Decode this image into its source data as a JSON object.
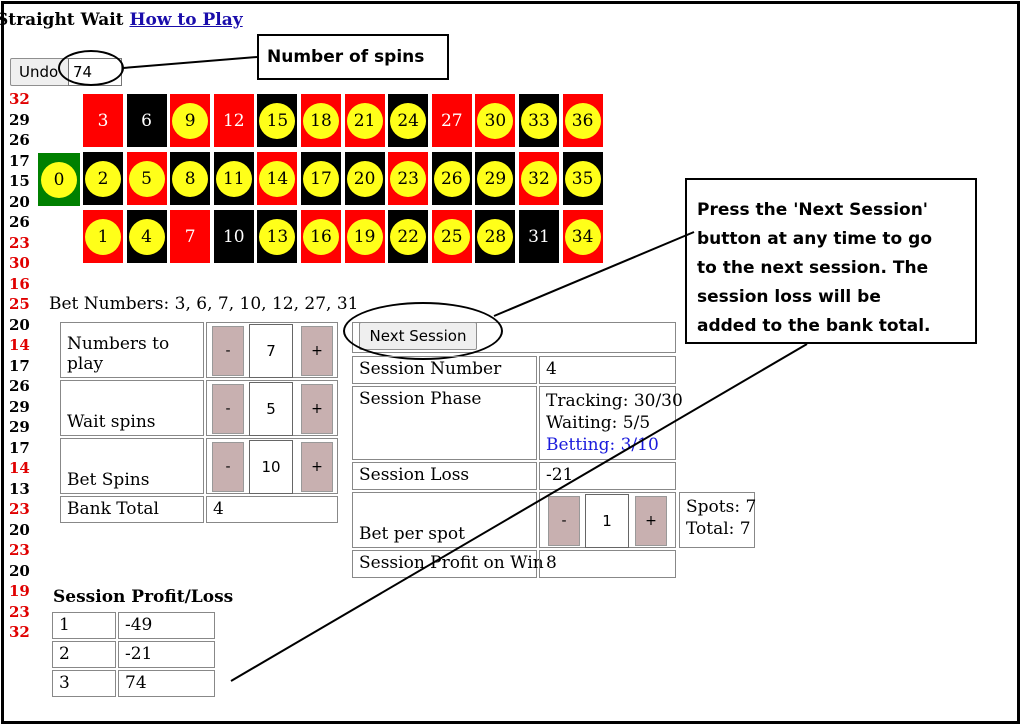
{
  "header": {
    "title_prefix": "Straight Wait",
    "how_to_play_label": "How to Play"
  },
  "controls": {
    "undo_label": "Undo",
    "spins_value": "74"
  },
  "callouts": {
    "spins_label": "Number of spins",
    "next_session_lines": [
      "Press the 'Next Session'",
      "button at any time to go",
      "to the next session. The",
      "session loss will be",
      "added to the bank total."
    ]
  },
  "history": {
    "items": [
      {
        "n": "32",
        "color": "#e00000"
      },
      {
        "n": "29",
        "color": "#000000"
      },
      {
        "n": "26",
        "color": "#000000"
      },
      {
        "n": "17",
        "color": "#000000"
      },
      {
        "n": "15",
        "color": "#000000"
      },
      {
        "n": "20",
        "color": "#000000"
      },
      {
        "n": "26",
        "color": "#000000"
      },
      {
        "n": "23",
        "color": "#e00000"
      },
      {
        "n": "30",
        "color": "#e00000"
      },
      {
        "n": "16",
        "color": "#e00000"
      },
      {
        "n": "25",
        "color": "#e00000"
      },
      {
        "n": "20",
        "color": "#000000"
      },
      {
        "n": "14",
        "color": "#e00000"
      },
      {
        "n": "17",
        "color": "#000000"
      },
      {
        "n": "26",
        "color": "#000000"
      },
      {
        "n": "29",
        "color": "#000000"
      },
      {
        "n": "29",
        "color": "#000000"
      },
      {
        "n": "17",
        "color": "#000000"
      },
      {
        "n": "14",
        "color": "#e00000"
      },
      {
        "n": "13",
        "color": "#000000"
      },
      {
        "n": "23",
        "color": "#e00000"
      },
      {
        "n": "20",
        "color": "#000000"
      },
      {
        "n": "23",
        "color": "#e00000"
      },
      {
        "n": "20",
        "color": "#000000"
      },
      {
        "n": "19",
        "color": "#e00000"
      },
      {
        "n": "23",
        "color": "#e00000"
      },
      {
        "n": "32",
        "color": "#e00000"
      }
    ]
  },
  "wheel": {
    "zero": "0",
    "rows": [
      [
        {
          "n": "3",
          "bg": "#ff0000",
          "circle": false
        },
        {
          "n": "6",
          "bg": "#000000",
          "circle": false
        },
        {
          "n": "9",
          "bg": "#ff0000",
          "circle": true
        },
        {
          "n": "12",
          "bg": "#ff0000",
          "circle": false
        },
        {
          "n": "15",
          "bg": "#000000",
          "circle": true
        },
        {
          "n": "18",
          "bg": "#ff0000",
          "circle": true
        },
        {
          "n": "21",
          "bg": "#ff0000",
          "circle": true
        },
        {
          "n": "24",
          "bg": "#000000",
          "circle": true
        },
        {
          "n": "27",
          "bg": "#ff0000",
          "circle": false
        },
        {
          "n": "30",
          "bg": "#ff0000",
          "circle": true
        },
        {
          "n": "33",
          "bg": "#000000",
          "circle": true
        },
        {
          "n": "36",
          "bg": "#ff0000",
          "circle": true
        }
      ],
      [
        {
          "n": "2",
          "bg": "#000000",
          "circle": true
        },
        {
          "n": "5",
          "bg": "#ff0000",
          "circle": true
        },
        {
          "n": "8",
          "bg": "#000000",
          "circle": true
        },
        {
          "n": "11",
          "bg": "#000000",
          "circle": true
        },
        {
          "n": "14",
          "bg": "#ff0000",
          "circle": true
        },
        {
          "n": "17",
          "bg": "#000000",
          "circle": true
        },
        {
          "n": "20",
          "bg": "#000000",
          "circle": true
        },
        {
          "n": "23",
          "bg": "#ff0000",
          "circle": true
        },
        {
          "n": "26",
          "bg": "#000000",
          "circle": true
        },
        {
          "n": "29",
          "bg": "#000000",
          "circle": true
        },
        {
          "n": "32",
          "bg": "#ff0000",
          "circle": true
        },
        {
          "n": "35",
          "bg": "#000000",
          "circle": true
        }
      ],
      [
        {
          "n": "1",
          "bg": "#ff0000",
          "circle": true
        },
        {
          "n": "4",
          "bg": "#000000",
          "circle": true
        },
        {
          "n": "7",
          "bg": "#ff0000",
          "circle": false
        },
        {
          "n": "10",
          "bg": "#000000",
          "circle": false
        },
        {
          "n": "13",
          "bg": "#000000",
          "circle": true
        },
        {
          "n": "16",
          "bg": "#ff0000",
          "circle": true
        },
        {
          "n": "19",
          "bg": "#ff0000",
          "circle": true
        },
        {
          "n": "22",
          "bg": "#000000",
          "circle": true
        },
        {
          "n": "25",
          "bg": "#ff0000",
          "circle": true
        },
        {
          "n": "28",
          "bg": "#000000",
          "circle": true
        },
        {
          "n": "31",
          "bg": "#000000",
          "circle": false
        },
        {
          "n": "34",
          "bg": "#ff0000",
          "circle": true
        }
      ]
    ]
  },
  "bet_numbers": "Bet Numbers: 3, 6, 7, 10, 12, 27, 31",
  "settings": {
    "numbers_to_play_label": "Numbers to play",
    "numbers_to_play_value": "7",
    "wait_spins_label": "Wait spins",
    "wait_spins_value": "5",
    "bet_spins_label": "Bet Spins",
    "bet_spins_value": "10",
    "bank_total_label": "Bank Total",
    "bank_total_value": "4",
    "minus": "-",
    "plus": "+"
  },
  "session": {
    "next_label": "Next Session",
    "number_label": "Session Number",
    "number_value": "4",
    "phase_label": "Session Phase",
    "phase_tracking": "Tracking: 30/30",
    "phase_waiting": "Waiting: 5/5",
    "phase_betting": "Betting: 3/10",
    "phase_betting_color": "#1a1adc",
    "loss_label": "Session Loss",
    "loss_value": "-21",
    "bet_per_spot_label": "Bet per spot",
    "bet_per_spot_value": "1",
    "spots": "Spots: 7",
    "total": "Total: 7",
    "profit_on_win_label": "Session Profit on Win",
    "profit_on_win_value": "8"
  },
  "profit_loss": {
    "title": "Session Profit/Loss",
    "rows": [
      {
        "session": "1",
        "value": "-49"
      },
      {
        "session": "2",
        "value": "-21"
      },
      {
        "session": "3",
        "value": "74"
      }
    ]
  }
}
